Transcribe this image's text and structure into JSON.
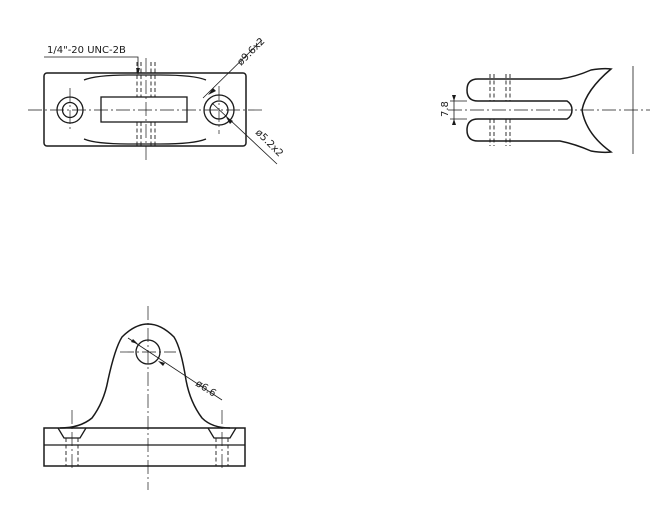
{
  "annotations": {
    "thread_callout": "1/4\"-20 UNC-2B",
    "counterbore_dia": "ø9.6x2",
    "hole_dia": "ø5.2x2",
    "slot_width": "7.8",
    "pivot_hole_dia": "ø6.6"
  }
}
